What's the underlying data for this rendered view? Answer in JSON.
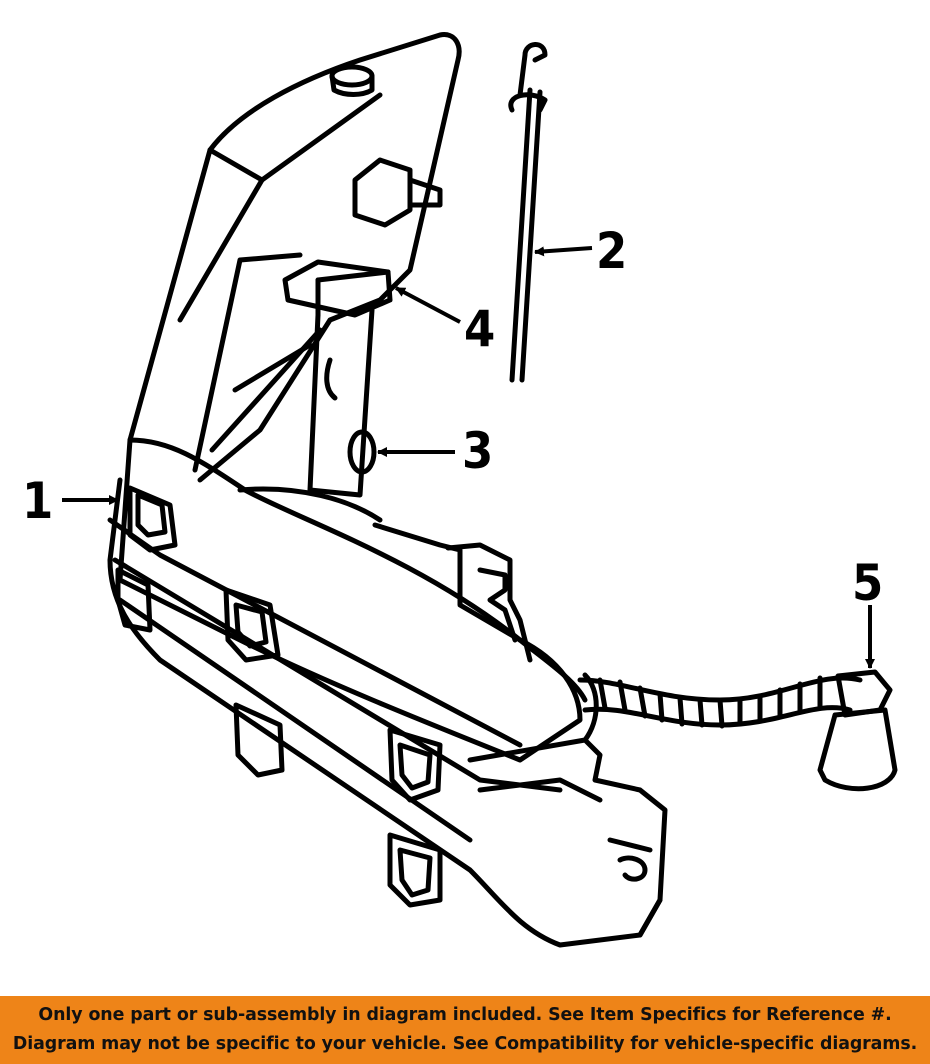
{
  "diagram": {
    "callouts": [
      {
        "id": "1",
        "label": "1"
      },
      {
        "id": "2",
        "label": "2"
      },
      {
        "id": "3",
        "label": "3"
      },
      {
        "id": "4",
        "label": "4"
      },
      {
        "id": "5",
        "label": "5"
      }
    ]
  },
  "banner": {
    "line1": "Only one part or sub-assembly in diagram included. See Item Specifics for Reference #.",
    "line2": "Diagram may not be specific to your vehicle. See Compatibility for vehicle-specific diagrams."
  },
  "colors": {
    "banner_bg": "#ee8418",
    "line_art": "#000000",
    "background": "#ffffff"
  }
}
